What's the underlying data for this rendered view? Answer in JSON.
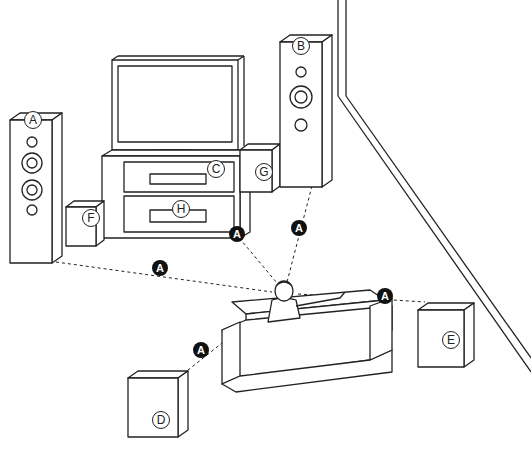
{
  "diagram": {
    "labels": [
      "B",
      "A",
      "C",
      "G",
      "H",
      "F",
      "A",
      "A",
      "A",
      "A",
      "A",
      "E",
      "D"
    ]
  }
}
